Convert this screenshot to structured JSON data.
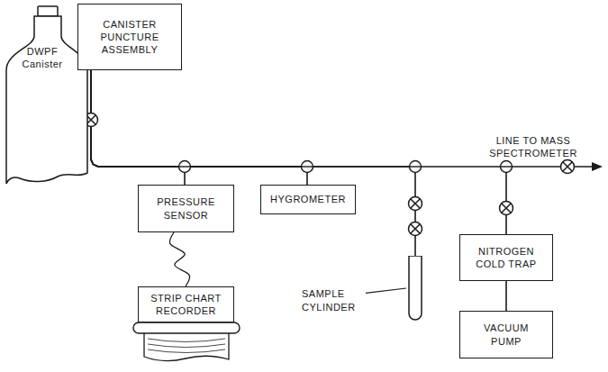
{
  "diagram": {
    "nodes": [
      {
        "text": [
          "DWPF Canister"
        ]
      },
      {
        "text": [
          "CANISTER PUNCTURE ASSEMBLY"
        ]
      },
      {
        "text": [
          "PRESSURE SENSOR"
        ]
      },
      {
        "text": [
          "HYGROMETER"
        ]
      },
      {
        "text": [
          "SAMPLE CYLINDER"
        ]
      },
      {
        "text": [
          "NITROGEN COLD TRAP"
        ]
      },
      {
        "text": [
          "VACUUM PUMP"
        ]
      },
      {
        "text": [
          "STRIP CHART RECORDER"
        ]
      }
    ],
    "edges": [
      {
        "from": 1,
        "to": 2,
        "arrow": "none"
      },
      {
        "from": 1,
        "to": 3,
        "arrow": "none"
      },
      {
        "from": 1,
        "to": 4,
        "arrow": "none"
      },
      {
        "from": 1,
        "to": 5,
        "arrow": "none"
      },
      {
        "from": 5,
        "to": 6,
        "arrow": "none"
      },
      {
        "from": 2,
        "to": 7,
        "arrow": "none"
      }
    ],
    "labels": [
      "LINE TO MASS SPECTROMETER"
    ]
  }
}
